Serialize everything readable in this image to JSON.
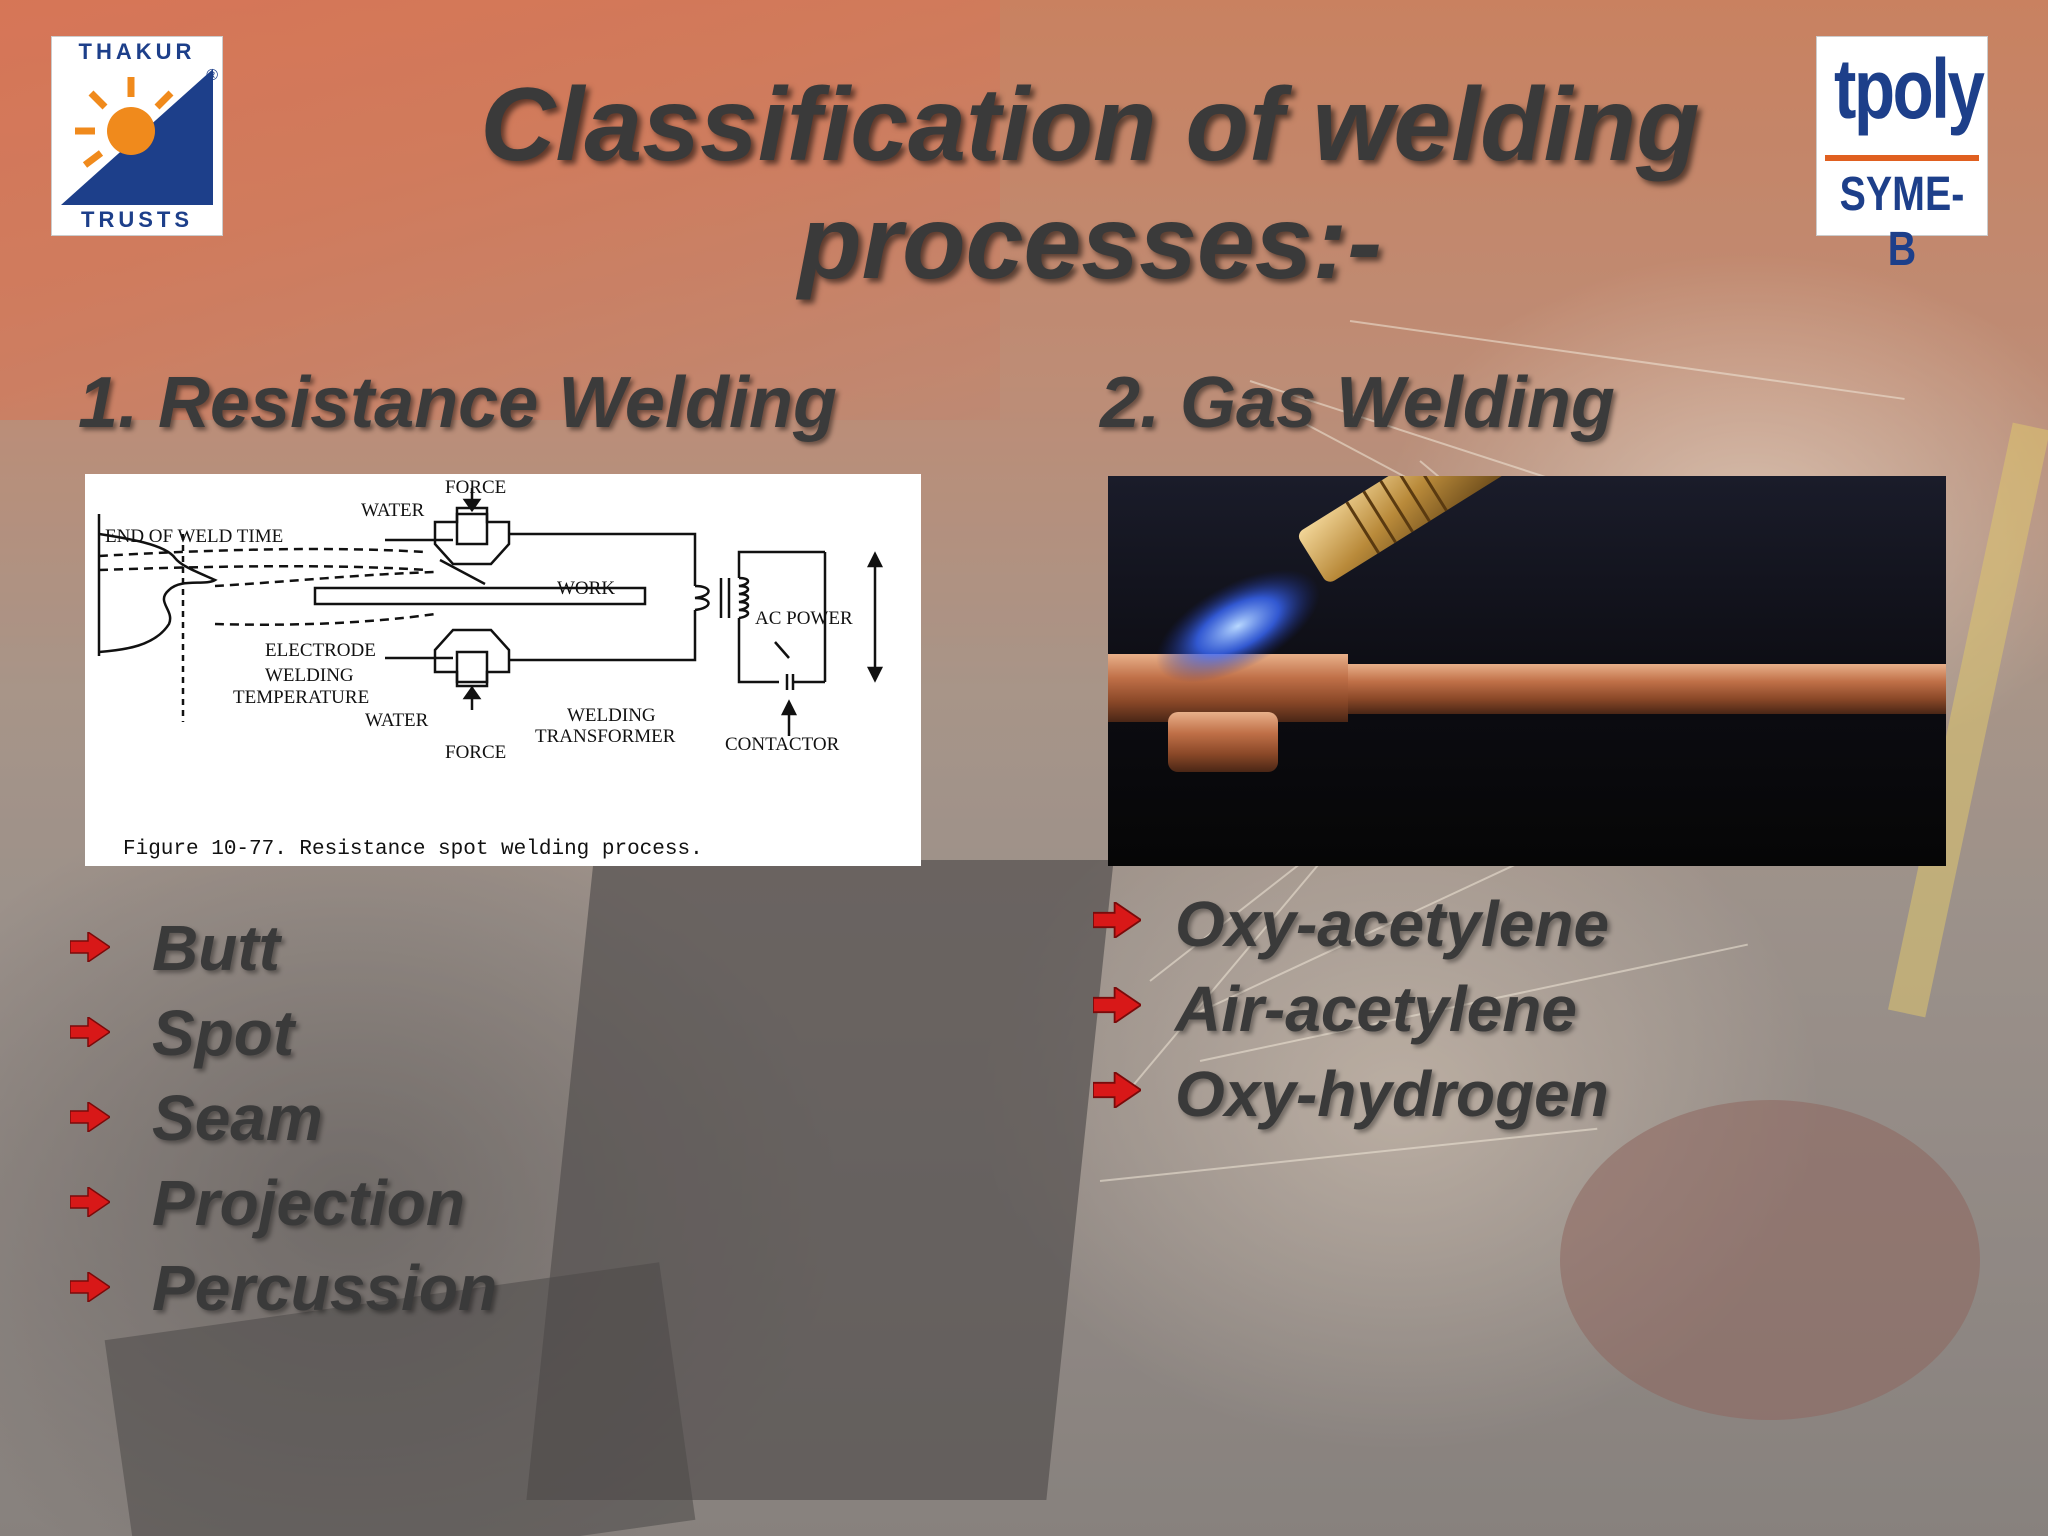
{
  "slide": {
    "title_line1": "Classification of welding",
    "title_line2": "processes:-",
    "logo_left": {
      "top_text": "THAKUR",
      "bottom_text": "TRUSTS",
      "mark": "®"
    },
    "logo_right": {
      "brand": "tpoly",
      "sub": "SYME-B"
    }
  },
  "sections": [
    {
      "heading": "1. Resistance Welding",
      "figure": {
        "labels": {
          "force_top": "FORCE",
          "water_top": "WATER",
          "end_weld": "END OF WELD TIME",
          "work": "WORK",
          "ac_power": "AC POWER",
          "electrode": "ELECTRODE",
          "welding": "WELDING",
          "temperature": "TEMPERATURE",
          "water_bottom": "WATER",
          "force_bottom": "FORCE",
          "welding2": "WELDING",
          "transformer": "TRANSFORMER",
          "contactor": "CONTACTOR"
        },
        "caption": "Figure 10-77.  Resistance spot welding process."
      },
      "items": [
        "Butt",
        "Spot",
        "Seam",
        "Projection",
        "Percussion"
      ]
    },
    {
      "heading": "2. Gas Welding",
      "items": [
        "Oxy-acetylene",
        "Air-acetylene",
        "Oxy-hydrogen"
      ]
    }
  ],
  "colors": {
    "bullet": "#d81818",
    "text": "#3a3a3a",
    "logo_blue": "#1d3f8a",
    "logo_orange": "#e06020"
  },
  "icons": {
    "bullet": "red-arrow-bullet-icon"
  }
}
